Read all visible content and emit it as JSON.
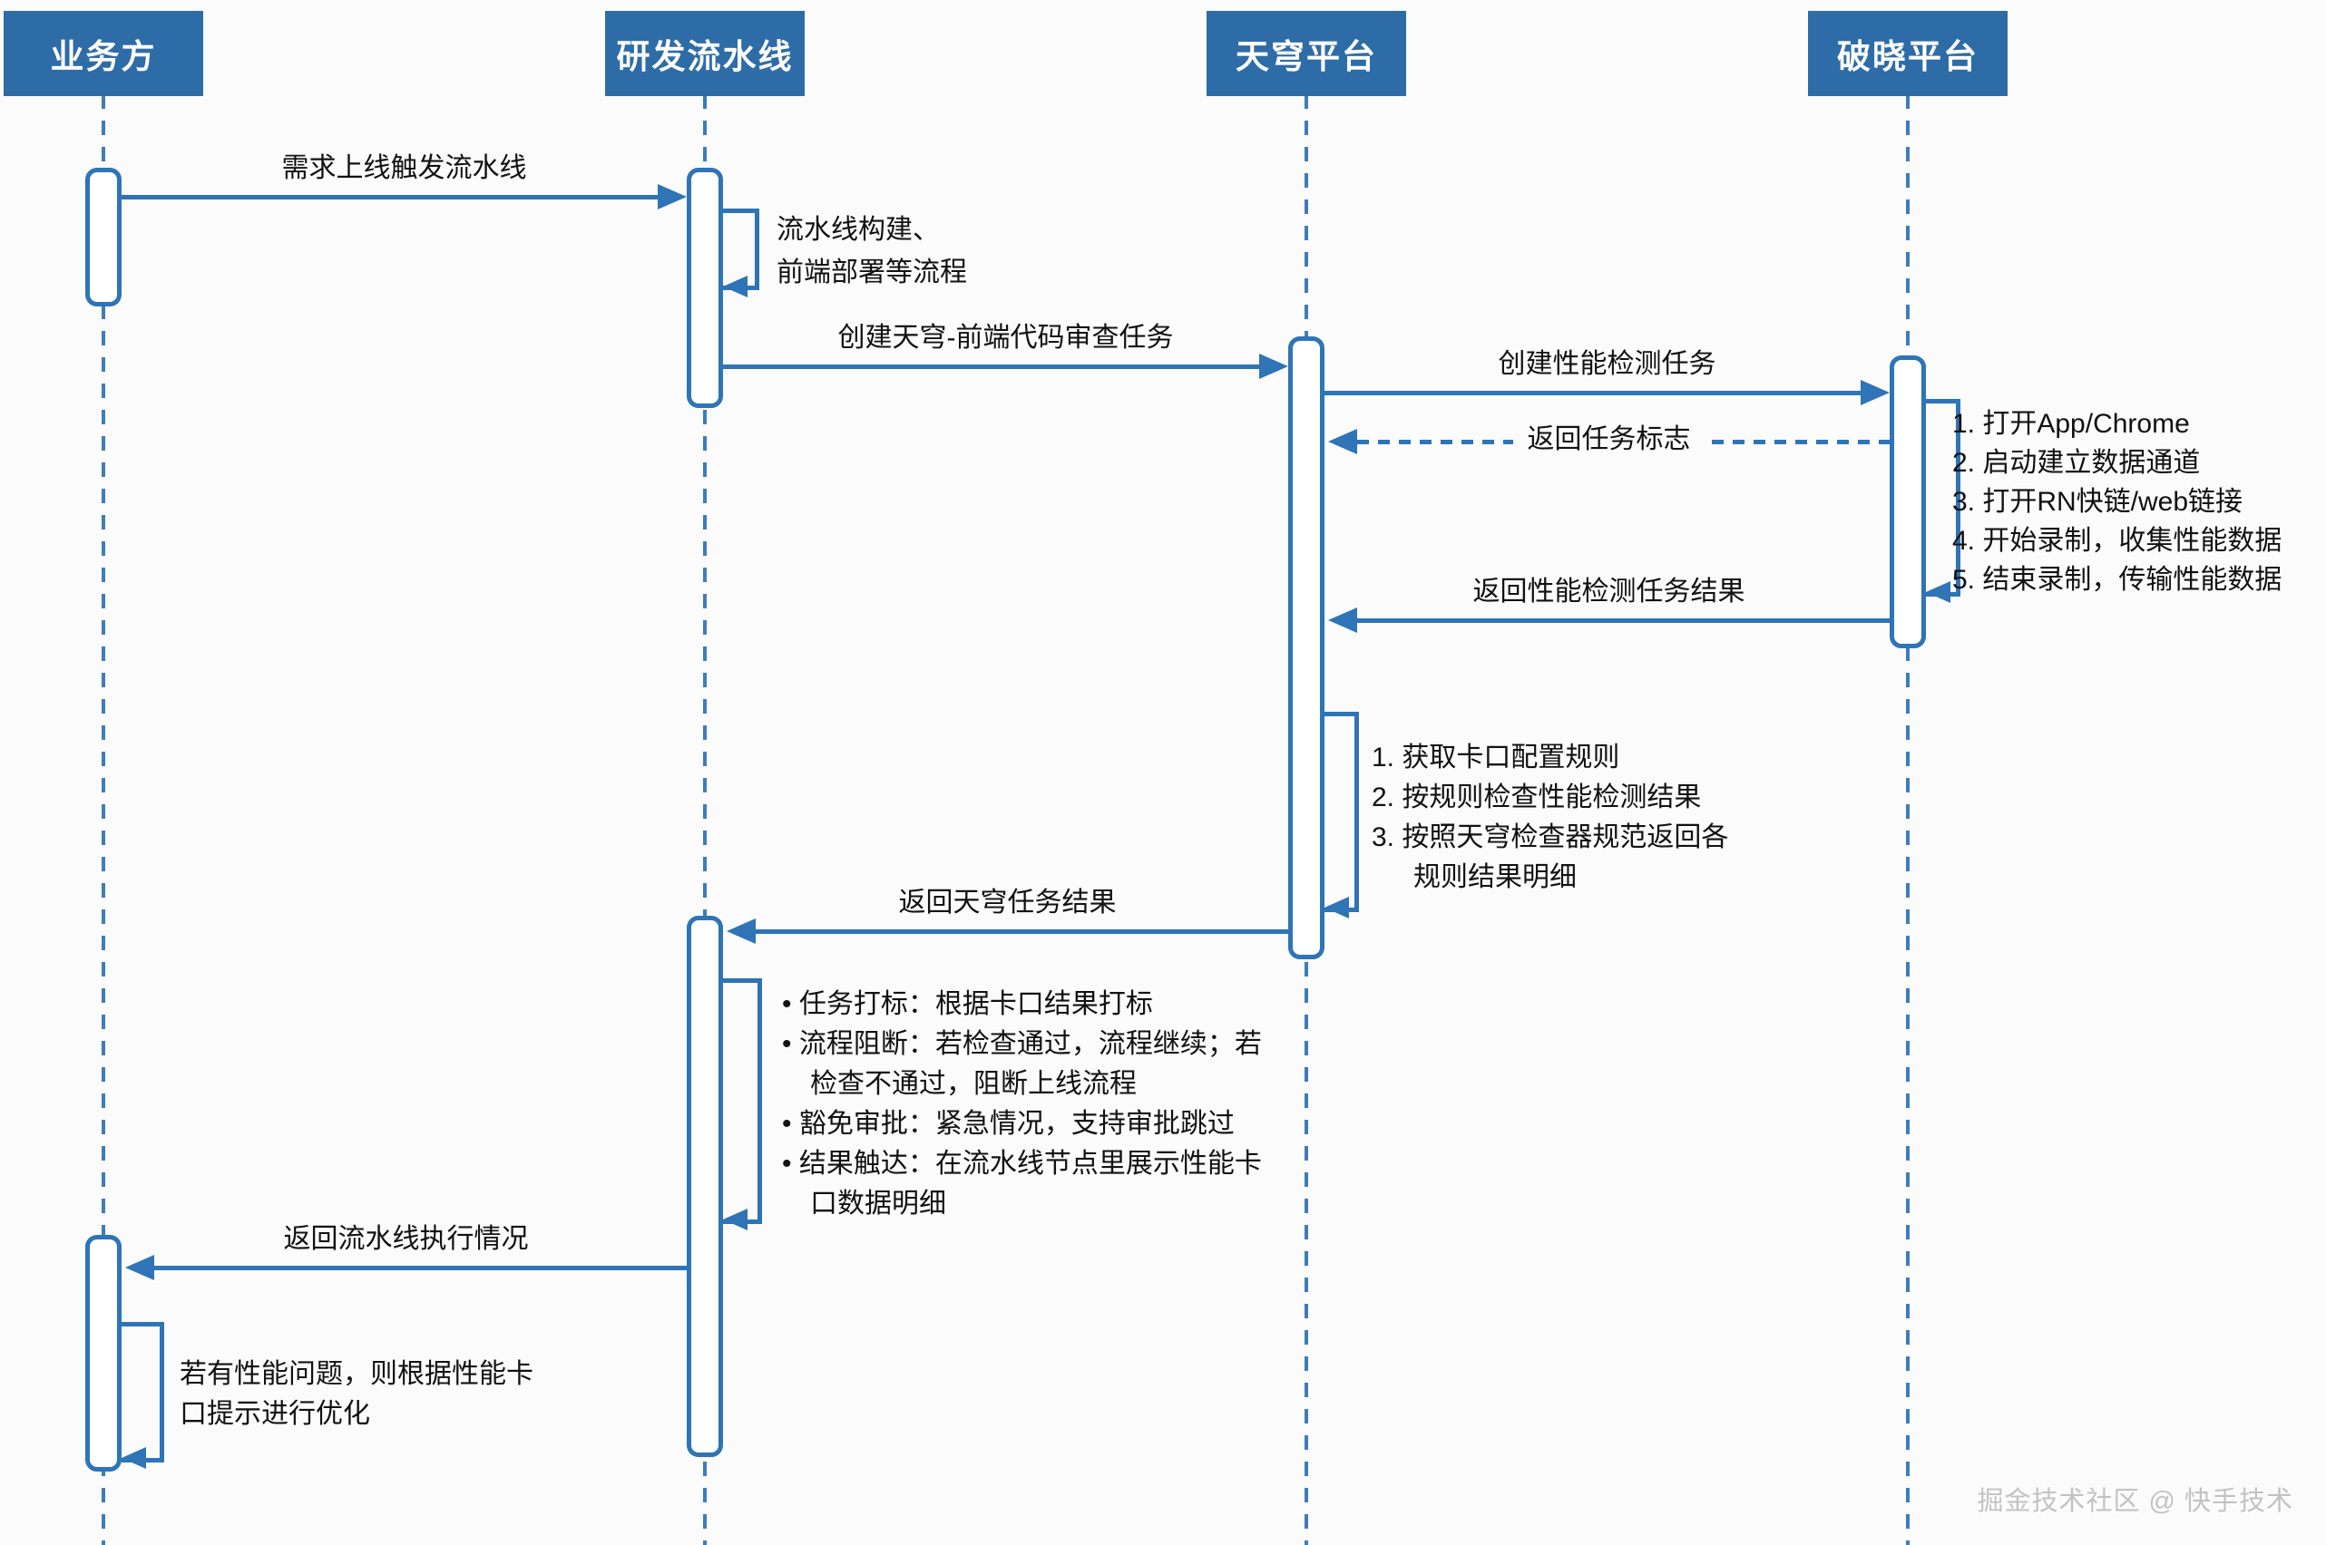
{
  "colors": {
    "actor_fill": "#2e6ca7",
    "line": "#2e74b6",
    "lifeline": "#3e7cba",
    "bg": "#fbfbfb",
    "text": "#111111",
    "watermark": "#c3c2c2"
  },
  "actors": [
    {
      "name": "业务方"
    },
    {
      "name": "研发流水线"
    },
    {
      "name": "天穹平台"
    },
    {
      "name": "破晓平台"
    }
  ],
  "messages": {
    "trigger_pipeline": "需求上线触发流水线",
    "pipeline_build_note": [
      "流水线构建、",
      "前端部署等流程"
    ],
    "create_review_task": "创建天穹-前端代码审查任务",
    "create_perf_task": "创建性能检测任务",
    "return_task_id": "返回任务标志",
    "poxiao_steps": [
      "1. 打开App/Chrome",
      "2. 启动建立数据通道",
      "3. 打开RN快链/web链接",
      "4. 开始录制，收集性能数据",
      "5. 结束录制，传输性能数据"
    ],
    "return_perf_result": "返回性能检测任务结果",
    "tianqiong_steps": [
      "1. 获取卡口配置规则",
      "2. 按规则检查性能检测结果",
      "3. 按照天穹检查器规范返回各",
      "规则结果明细"
    ],
    "return_tianqiong_result": "返回天穹任务结果",
    "pipeline_actions": [
      "•  任务打标：根据卡口结果打标",
      "•  流程阻断：若检查通过，流程继续；若",
      "检查不通过，阻断上线流程",
      "•  豁免审批：紧急情况，支持审批跳过",
      "•  结果触达：在流水线节点里展示性能卡",
      "口数据明细"
    ],
    "return_pipeline_status": "返回流水线执行情况",
    "business_note": [
      "若有性能问题，则根据性能卡",
      "口提示进行优化"
    ]
  },
  "watermark": "掘金技术社区 @ 快手技术"
}
